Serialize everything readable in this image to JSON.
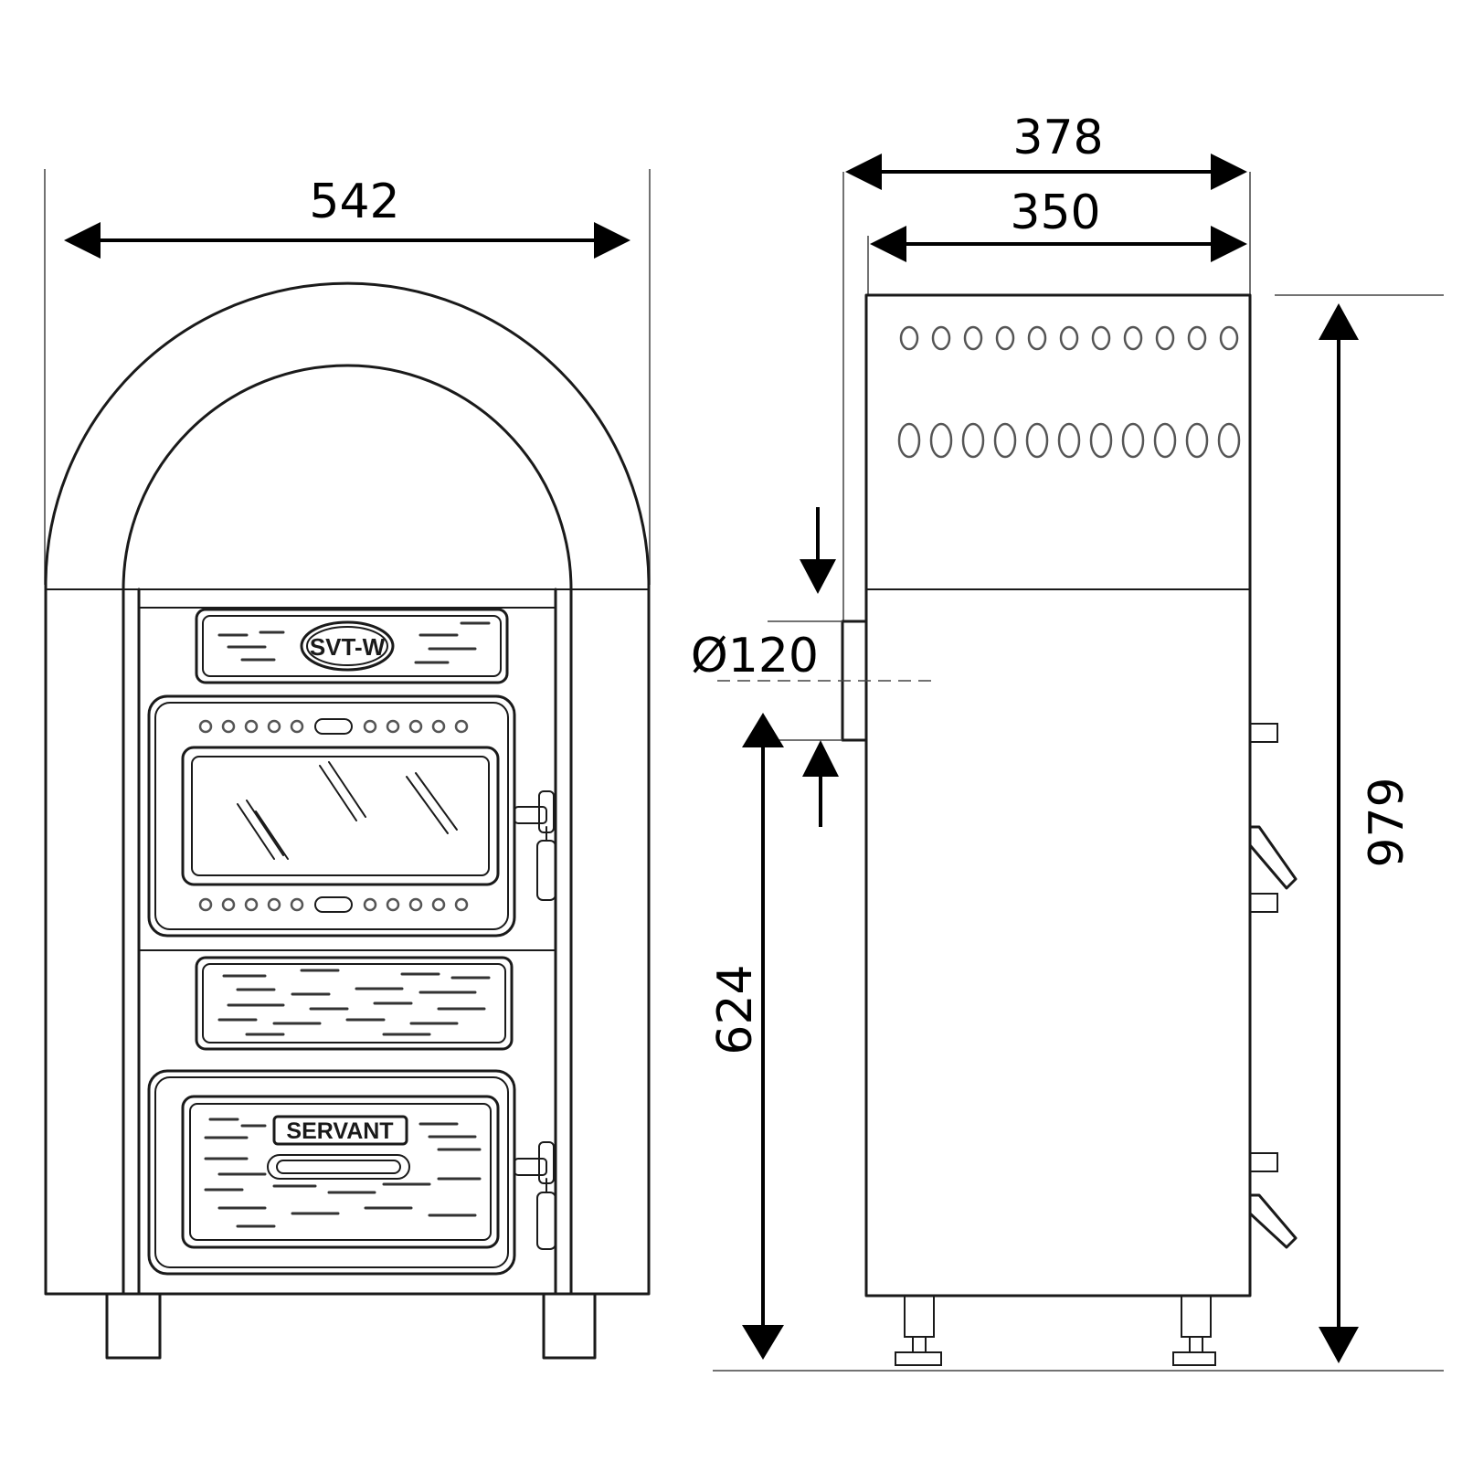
{
  "dimensions": {
    "total_depth": "378",
    "body_depth": "350",
    "front_width": "542",
    "total_height": "979",
    "flue_height": "624",
    "flue_diameter": "Ø120"
  },
  "labels": {
    "upper_badge": "SVT-W",
    "lower_badge": "SERVANT"
  }
}
